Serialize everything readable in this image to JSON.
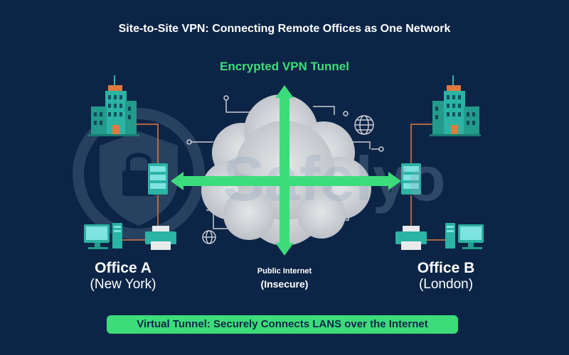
{
  "title": "Site-to-Site VPN: Connecting Remote Offices as One Network",
  "tunnel_label": "Encrypted VPN Tunnel",
  "office_a": {
    "name": "Office A",
    "city": "(New York)"
  },
  "office_b": {
    "name": "Office B",
    "city": "(London)"
  },
  "internet": {
    "line1": "Public Internet",
    "line2": "(Insecure)"
  },
  "caption": "Virtual Tunnel: Securely Connects LANS over the Internet",
  "watermark": "Safelyo",
  "colors": {
    "background": "#0c2546",
    "tunnel_green": "#3ddc7a",
    "cable_orange": "#e07a3f",
    "cloud": "#c9ccd1",
    "building_teal": "#2bb3a3",
    "screen_teal": "#7fe3e0"
  },
  "icons": [
    "building-icon",
    "server-icon",
    "desktop-icon",
    "printer-icon",
    "cloud-icon",
    "globe-icon",
    "shield-lock-icon"
  ]
}
